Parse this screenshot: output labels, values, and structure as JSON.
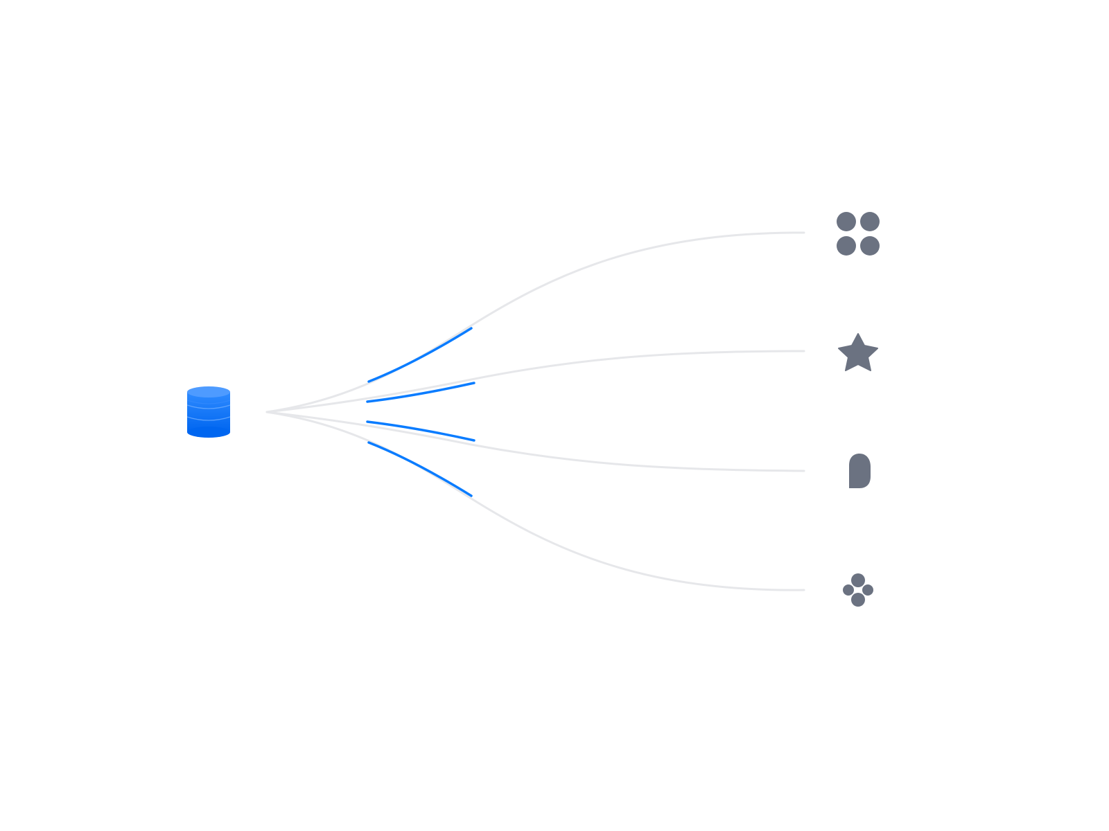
{
  "diagram": {
    "source": {
      "icon": "database-icon",
      "color": "#0A7CFF"
    },
    "connector_color": "#E6E7EA",
    "active_color": "#0A7CFF",
    "icon_color": "#6B7281",
    "destinations": [
      {
        "id": "dest-1",
        "icon": "four-dots-icon"
      },
      {
        "id": "dest-2",
        "icon": "star-icon"
      },
      {
        "id": "dest-3",
        "icon": "arch-icon"
      },
      {
        "id": "dest-4",
        "icon": "cluster-icon"
      }
    ]
  }
}
